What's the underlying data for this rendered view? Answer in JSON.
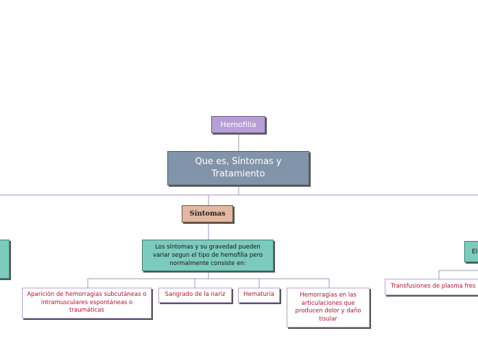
{
  "map": {
    "root_label": "Hemofilia",
    "central_label": "Que es, Síntomas y Tratamiento",
    "sintomas_label": "Síntomas",
    "sintomas_desc": "Los síntomas y su gravedad pueden variar segun el tipo de hemofilia pero normalmente consiste en:",
    "sintomas_items": [
      "Aparición de hemorragias subcutáneas o intramusculares espontáneas o traumáticas",
      "Sangrado de la nariz",
      "Hematuria",
      "Hemorragias en las articulaciones que producen dolor y daño tisular"
    ],
    "right_branch_label": "El",
    "right_branch_item": "Transfusiones de plasma fres"
  },
  "colors": {
    "root_fill": "#b79fd6",
    "central_fill": "#8294aa",
    "sintomas_fill": "#e2b9a0",
    "desc_fill": "#7ccbbd",
    "leaf_text": "#b01030",
    "connector": "#a58fc4"
  }
}
